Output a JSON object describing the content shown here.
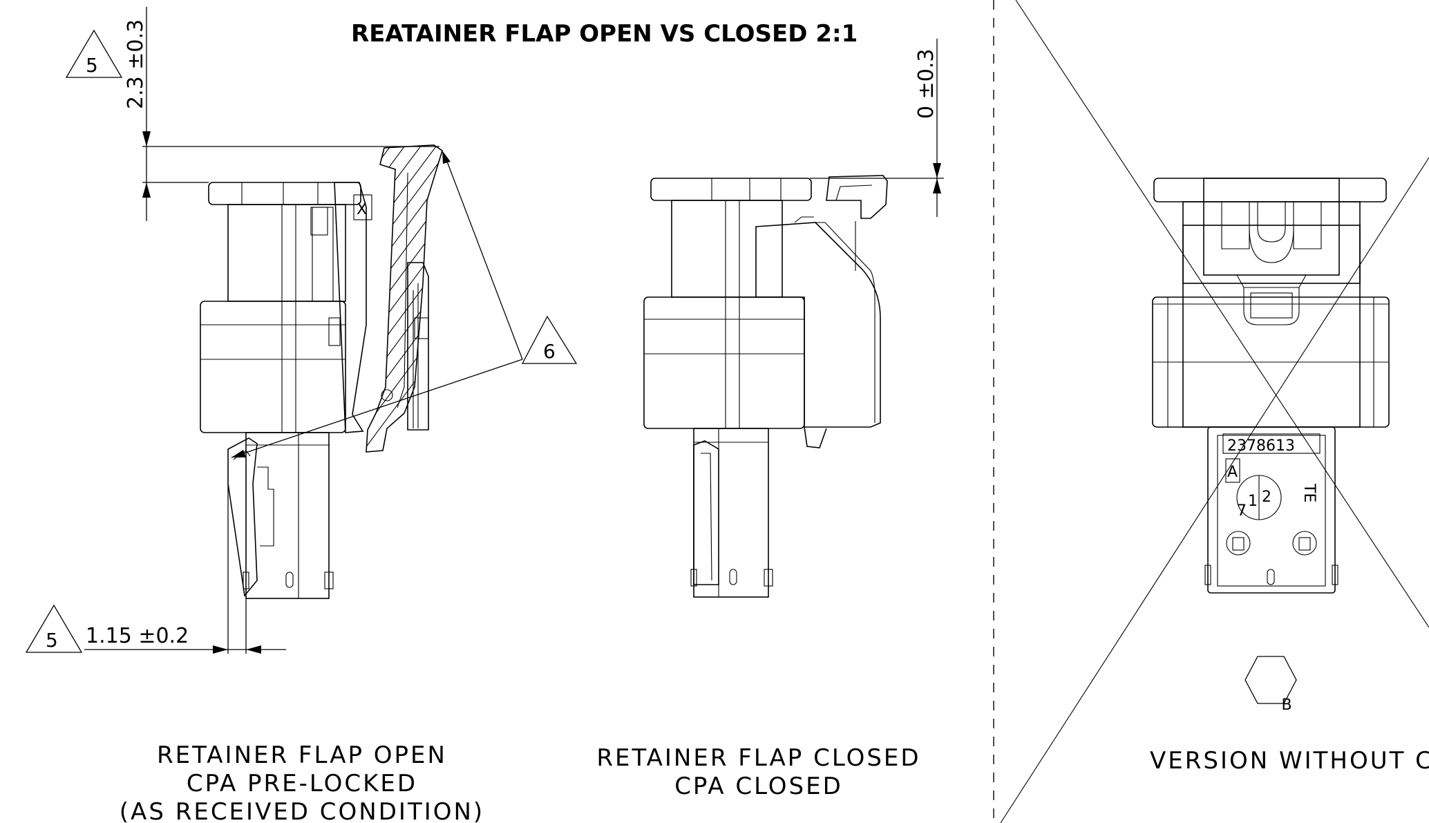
{
  "title": "REATAINER FLAP OPEN VS CLOSED 2:1",
  "views": {
    "open": {
      "line1": "RETAINER FLAP OPEN",
      "line2": "CPA PRE-LOCKED",
      "line3": "(AS RECEIVED CONDITION)"
    },
    "closed": {
      "line1": "RETAINER FLAP CLOSED",
      "line2": "CPA CLOSED"
    },
    "without_cpa": {
      "line1": "VERSION WITHOUT CPA"
    }
  },
  "dimensions": {
    "flap_height": "2.3 ±0.3",
    "closed_height": "0 ±0.3",
    "cpa_offset": "1.15 ±0.2"
  },
  "callouts": {
    "flag_5_top": "5",
    "flag_5_bottom": "5",
    "flag_6": "6",
    "hex_b": "B",
    "x_mark": "X"
  },
  "part_marking": {
    "number": "2378613",
    "letter": "A",
    "logo": "TE",
    "dial_1": "1",
    "dial_2": "2",
    "dial_7": "7"
  },
  "colors": {
    "line": "#000000",
    "background": "#ffffff"
  }
}
